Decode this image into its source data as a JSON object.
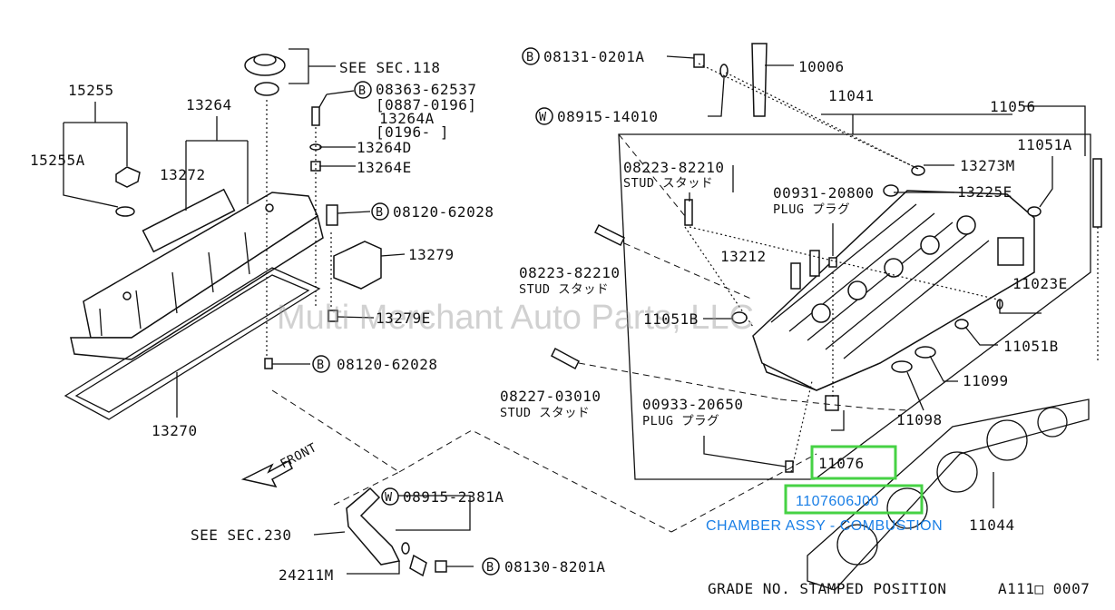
{
  "watermark": "Multi Merchant Auto Parts, LLC",
  "labels": {
    "p15255": "15255",
    "p13264": "13264",
    "p15255A": "15255A",
    "p13272": "13272",
    "p13270": "13270",
    "see118": "SEE SEC.118",
    "b08363": "08363-62537",
    "b08363_range1": "[0887-0196]",
    "b08363_alt": "13264A",
    "b08363_range2": "[0196-      ]",
    "p13264D": "13264D",
    "p13264E": "13264E",
    "b08120_top": "08120-62028",
    "p13279": "13279",
    "p13279E": "13279E",
    "b08120_bot": "08120-62028",
    "b08131": "08131-0201A",
    "p10006": "10006",
    "w08915_top": "08915-14010",
    "p11041": "11041",
    "p11056": "11056",
    "p11051A": "11051A",
    "stud1_code": "08223-82210",
    "stud1_name": "STUD スタッド",
    "p13273M": "13273M",
    "plug1_code": "00931-20800",
    "plug1_name": "PLUG プラグ",
    "p13225E": "13225E",
    "p13212": "13212",
    "stud2_code": "08223-82210",
    "stud2_name": "STUD スタッド",
    "p11023E": "11023E",
    "p11051B_left": "11051B",
    "p11051B_right": "11051B",
    "stud3_code": "08227-03010",
    "stud3_name": "STUD スタッド",
    "plug2_code": "00933-20650",
    "plug2_name": "PLUG プラグ",
    "p11099": "11099",
    "p11098": "11098",
    "p11076": "11076",
    "p11076_full": "1107606J00",
    "chamber_desc": "CHAMBER ASSY - COMBUSTION",
    "p11044": "11044",
    "front": "FRONT",
    "w08915_bot": "08915-2381A",
    "see230": "SEE SEC.230",
    "p24211M": "24211M",
    "b08130": "08130-8201A",
    "grade": "GRADE NO. STAMPED POSITION",
    "ref": "A111□ 0007"
  },
  "badges": {
    "B": "B",
    "W": "W"
  },
  "colors": {
    "highlight": "#46d244",
    "link_text": "#1a7fe6",
    "ink": "#111111"
  }
}
